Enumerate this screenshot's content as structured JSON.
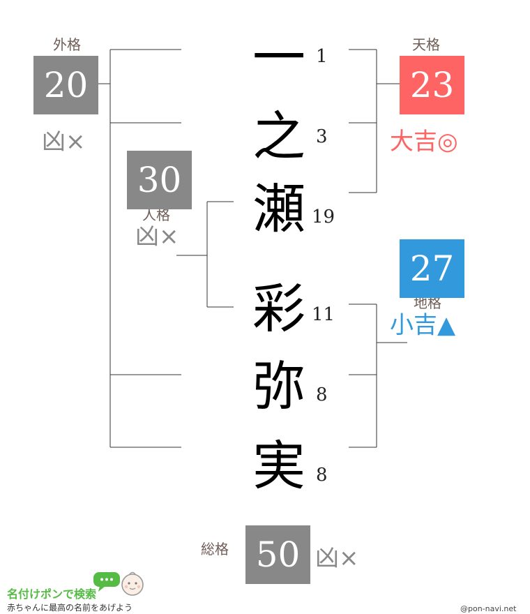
{
  "name_chars": [
    {
      "char": "一",
      "strokes": "1"
    },
    {
      "char": "之",
      "strokes": "3"
    },
    {
      "char": "瀬",
      "strokes": "19"
    },
    {
      "char": "彩",
      "strokes": "11"
    },
    {
      "char": "弥",
      "strokes": "8"
    },
    {
      "char": "実",
      "strokes": "8"
    }
  ],
  "gaikaku": {
    "label": "外格",
    "value": "20",
    "fortune": "凶×",
    "color": "#888888",
    "fortune_color": "#888888"
  },
  "tenkaku": {
    "label": "天格",
    "value": "23",
    "fortune": "大吉◎",
    "color": "#ff6464",
    "fortune_color": "#ff6464"
  },
  "jinkaku": {
    "label": "人格",
    "value": "30",
    "fortune": "凶×",
    "color": "#888888",
    "fortune_color": "#888888"
  },
  "chikaku": {
    "label": "地格",
    "value": "27",
    "fortune": "小吉▲",
    "color": "#3399dd",
    "fortune_color": "#3399dd"
  },
  "soukaku": {
    "label": "総格",
    "value": "50",
    "fortune": "凶×",
    "color": "#888888",
    "fortune_color": "#888888"
  },
  "brand": {
    "logo_text": "名付けポンで検索",
    "tagline": "赤ちゃんに最高の名前をあげよう",
    "site": "@pon-navi.net",
    "green": "#55bb44"
  }
}
